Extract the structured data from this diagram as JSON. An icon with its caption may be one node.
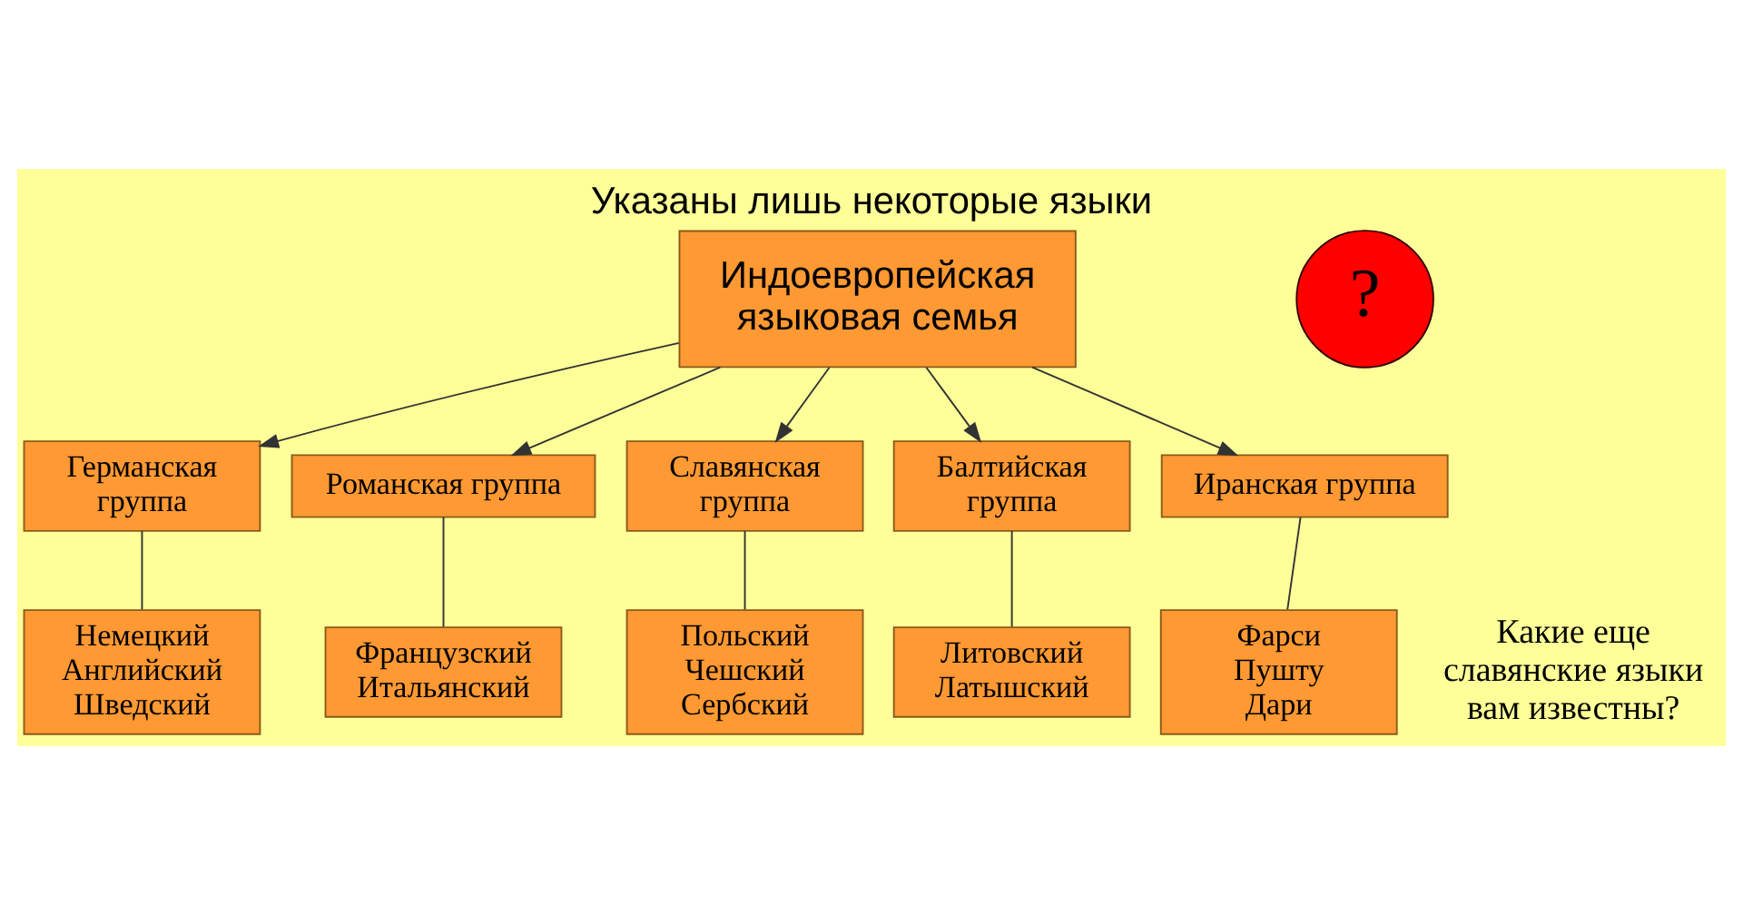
{
  "diagram": {
    "title": "Указаны лишь некоторые языки",
    "nodes": [
      {
        "text": [
          "Индоевропейская языковая семья"
        ]
      },
      {
        "text": [
          "?"
        ]
      },
      {
        "text": [
          "Германская группа"
        ]
      },
      {
        "text": [
          "Романская группа"
        ]
      },
      {
        "text": [
          "Славянская группа"
        ]
      },
      {
        "text": [
          "Балтийская группа"
        ]
      },
      {
        "text": [
          "Иранская группа"
        ]
      },
      {
        "text": [
          "Немецкий Английский Шведский"
        ]
      },
      {
        "text": [
          "Французский Итальянский"
        ]
      },
      {
        "text": [
          "Польский Чешский Сербский"
        ]
      },
      {
        "text": [
          "Литовский Латышский"
        ]
      },
      {
        "text": [
          "Фарси Пушту Дари"
        ]
      }
    ],
    "edges": [
      {
        "from": 0,
        "to": 2,
        "arrow": "to"
      },
      {
        "from": 0,
        "to": 3,
        "arrow": "to"
      },
      {
        "from": 0,
        "to": 4,
        "arrow": "to"
      },
      {
        "from": 0,
        "to": 5,
        "arrow": "to"
      },
      {
        "from": 0,
        "to": 6,
        "arrow": "to"
      },
      {
        "from": 2,
        "to": 7,
        "arrow": "none"
      },
      {
        "from": 3,
        "to": 8,
        "arrow": "none"
      },
      {
        "from": 4,
        "to": 9,
        "arrow": "none"
      },
      {
        "from": 5,
        "to": 10,
        "arrow": "none"
      },
      {
        "from": 6,
        "to": 11,
        "arrow": "none"
      }
    ],
    "labels": [
      "Какие еще славянские языки вам известны?"
    ]
  }
}
